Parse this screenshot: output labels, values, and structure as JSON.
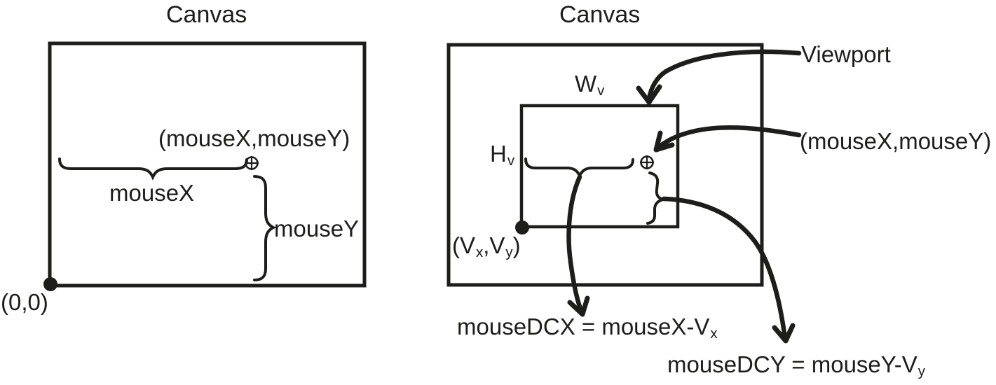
{
  "colors": {
    "ink": "#1d1d1b",
    "background": "#ffffff"
  },
  "left_panel": {
    "title": "Canvas",
    "mouse_point_label": "(mouseX,mouseY)",
    "mouse_x_label": "mouseX",
    "mouse_y_label": "mouseY",
    "origin_label": "(0,0)"
  },
  "right_panel": {
    "title": "Canvas",
    "viewport_label": "Viewport",
    "mouse_point_label": "(mouseX,mouseY)",
    "viewport_width": {
      "base": "W",
      "sub": "v"
    },
    "viewport_height": {
      "base": "H",
      "sub": "v"
    },
    "viewport_origin": {
      "open": "(V",
      "sub_x": "x",
      "comma": ",V",
      "sub_y": "y",
      "close": ")"
    },
    "dcx_formula": {
      "text": "mouseDCX = mouseX-V",
      "sub": "x"
    },
    "dcy_formula": {
      "text": "mouseDCY = mouseY-V",
      "sub": "y"
    }
  },
  "markers": {
    "crosshair": "mouse-position-crosshair",
    "dot": "origin-point-dot"
  }
}
